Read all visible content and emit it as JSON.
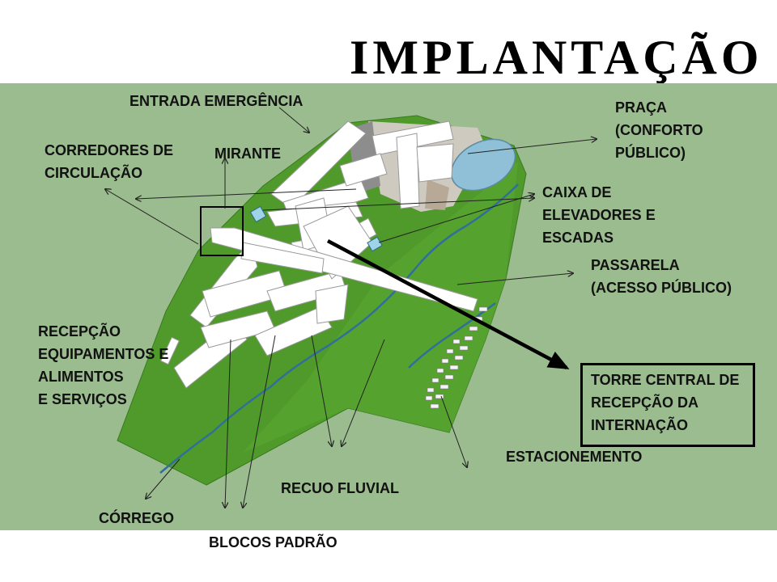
{
  "title": "IMPLANTAÇÃO",
  "labels": {
    "entrada_emergencia": "ENTRADA EMERGÊNCIA",
    "corredores_1": "CORREDORES DE",
    "corredores_2": "CIRCULAÇÃO",
    "mirante": "MIRANTE",
    "praca_1": "PRAÇA",
    "praca_2": "(CONFORTO",
    "praca_3": "PÚBLICO)",
    "caixa_1": "CAIXA DE",
    "caixa_2": "ELEVADORES E",
    "caixa_3": "ESCADAS",
    "passarela_1": "PASSARELA",
    "passarela_2": "(ACESSO PÚBLICO)",
    "recepcao_1": "RECEPÇÃO",
    "recepcao_2": "EQUIPAMENTOS E",
    "recepcao_3": "ALIMENTOS",
    "recepcao_4": "E SERVIÇOS",
    "torre_1": "TORRE CENTRAL DE",
    "torre_2": "RECEPÇÃO DA",
    "torre_3": "INTERNAÇÃO",
    "estacionamento": "ESTACIONEMENTO",
    "recuo_fluvial": "RECUO FLUVIAL",
    "corrego": "CÓRREGO",
    "blocos_padrao": "BLOCOS PADRÃO"
  },
  "colors": {
    "background": "#9abc8e",
    "terrain": "#4f9a2a",
    "buildings": "#ffffff",
    "water": "#8fc0d8",
    "stream": "#2f6f9a"
  }
}
